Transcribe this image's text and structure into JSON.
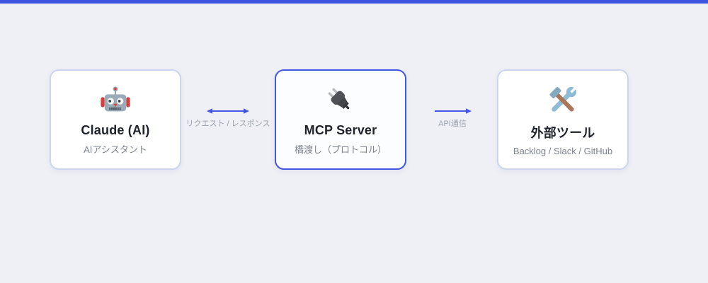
{
  "page": {
    "background_color": "#eef0f5",
    "top_bar_color": "#3e53e0"
  },
  "diagram": {
    "colors": {
      "accent": "#4356e2",
      "node_border": "#ccd4ee",
      "title_text": "#1d222b",
      "subtitle_text": "#7b818c",
      "connector_label_text": "#9aa1ad"
    },
    "nodes": [
      {
        "id": "claude",
        "icon": "robot-icon",
        "title": "Claude (AI)",
        "subtitle": "AIアシスタント",
        "highlighted": false
      },
      {
        "id": "mcp-server",
        "icon": "plug-icon",
        "title": "MCP Server",
        "subtitle": "橋渡し（プロトコル）",
        "highlighted": true
      },
      {
        "id": "external-tools",
        "icon": "hammer-wrench-icon",
        "title": "外部ツール",
        "subtitle": "Backlog / Slack / GitHub",
        "highlighted": false
      }
    ],
    "connectors": [
      {
        "id": "request-response",
        "direction": "bidirectional",
        "label": "リクエスト / レスポンス"
      },
      {
        "id": "api",
        "direction": "right",
        "label": "API通信"
      }
    ]
  }
}
